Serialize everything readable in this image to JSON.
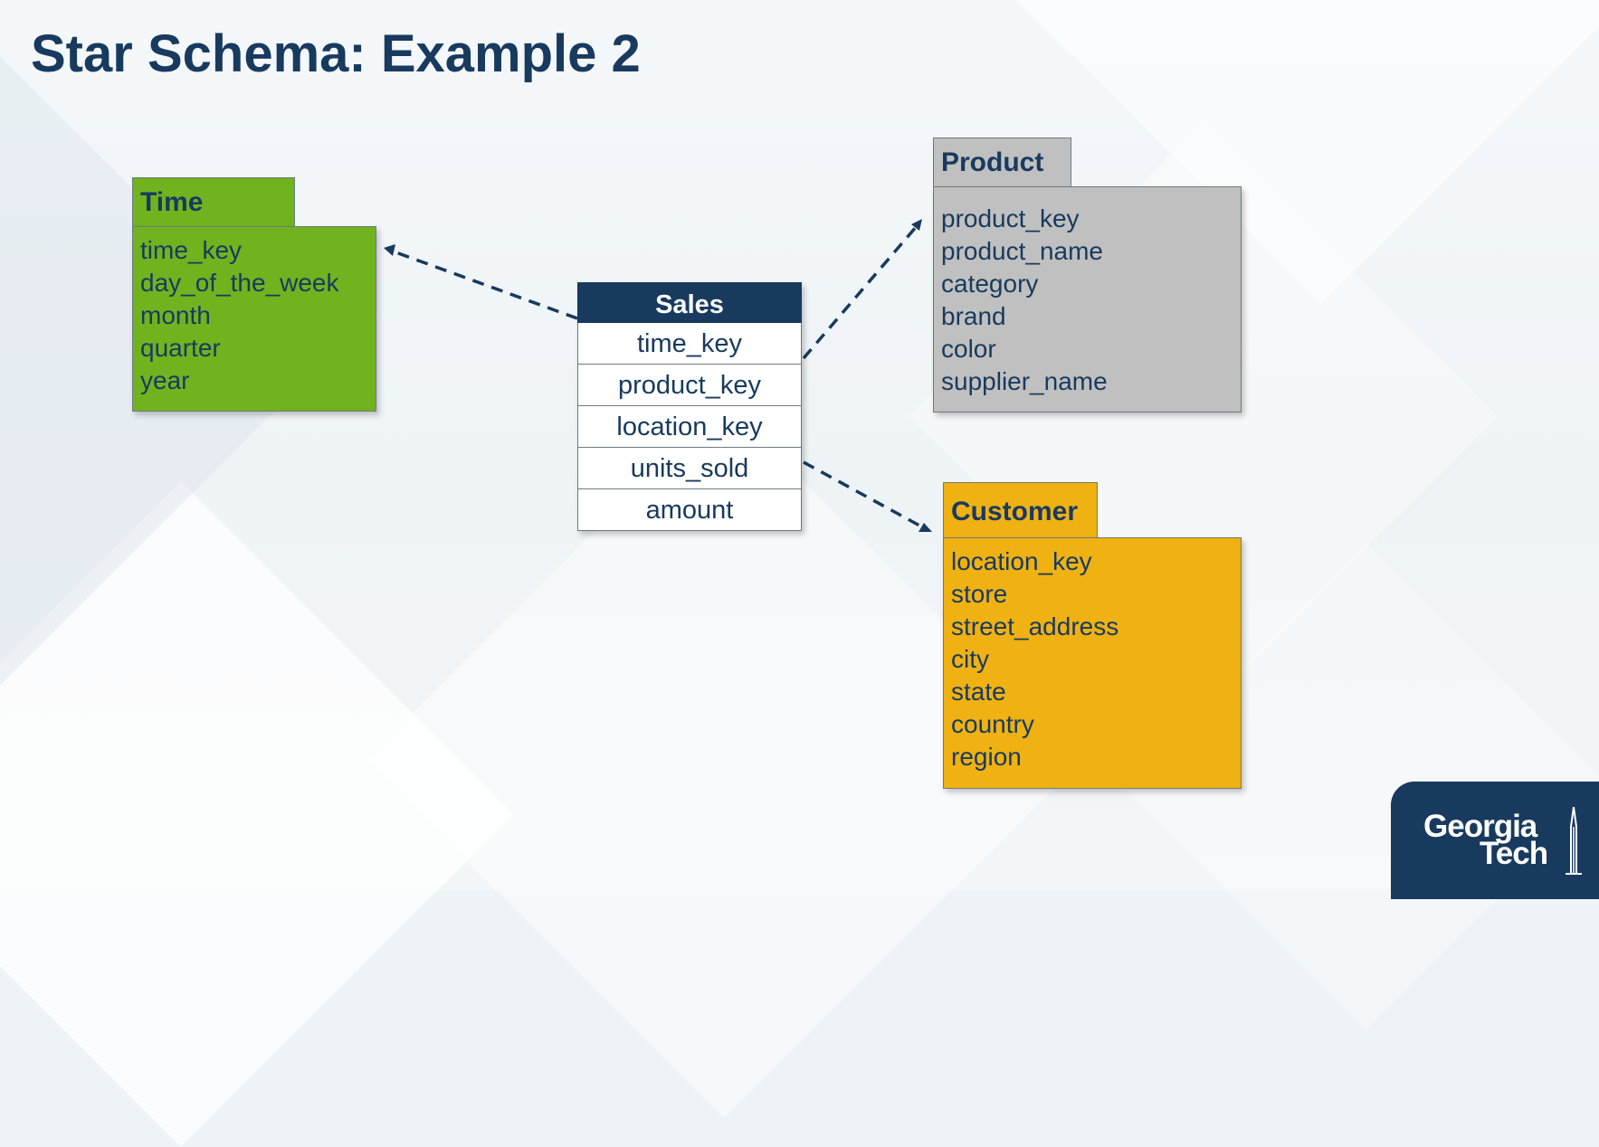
{
  "slide": {
    "title": "Star Schema: Example 2"
  },
  "entities": {
    "time": {
      "name": "Time",
      "fields": [
        "time_key",
        "day_of_the_week",
        "month",
        "quarter",
        "year"
      ],
      "color": "#71b21f"
    },
    "product": {
      "name": "Product",
      "fields": [
        "product_key",
        "product_name",
        "category",
        "brand",
        "color",
        "supplier_name"
      ],
      "color": "#c0c0c0"
    },
    "customer": {
      "name": "Customer",
      "fields": [
        "location_key",
        "store",
        "street_address",
        "city",
        "state",
        "country",
        "region"
      ],
      "color": "#f0b112"
    },
    "sales": {
      "name": "Sales",
      "fields": [
        "time_key",
        "product_key",
        "location_key",
        "units_sold",
        "amount"
      ],
      "header_color": "#183a5e"
    }
  },
  "logo": {
    "line1": "Georgia",
    "line2": "Tech"
  },
  "colors": {
    "title": "#183a5e",
    "connector": "#183a5e",
    "logo_bg": "#183a5e"
  }
}
